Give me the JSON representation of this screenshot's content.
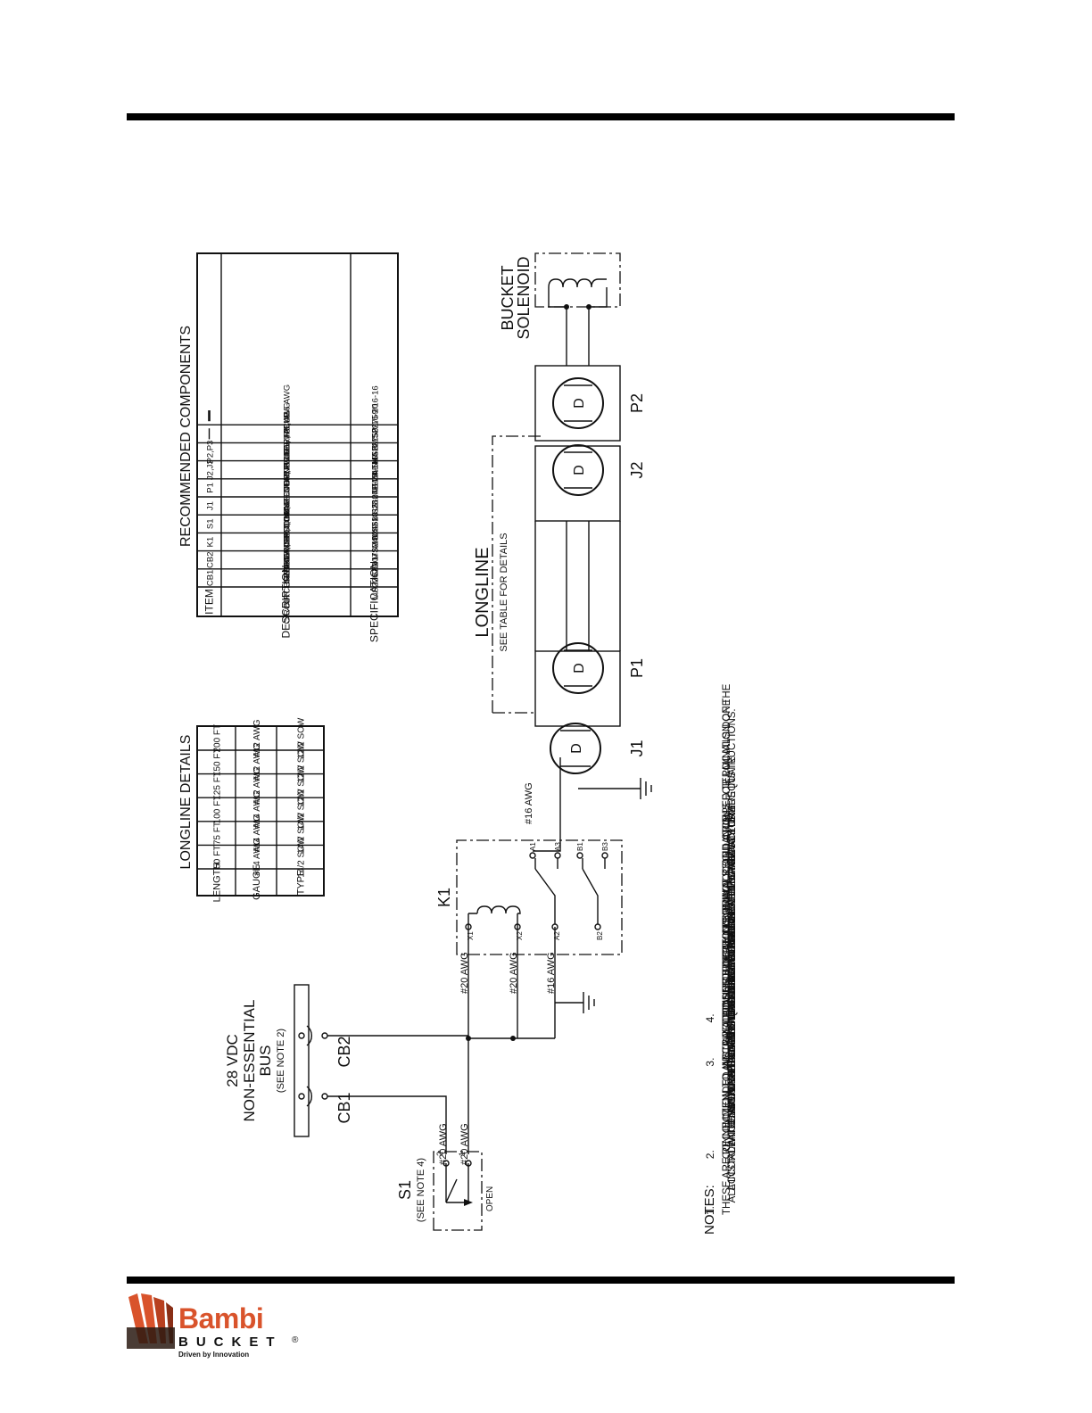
{
  "longline_details": {
    "title": "LONGLINE DETAILS",
    "headers": [
      "LENGTH",
      "GAUGE",
      "TYPE"
    ],
    "rows": [
      [
        "50 FT",
        "#14 AWG",
        "14/2 SOW"
      ],
      [
        "75 FT",
        "#14 AWG",
        "14/2 SOW"
      ],
      [
        "100 FT",
        "#14 AWG",
        "14/2 SOW"
      ],
      [
        "125 FT",
        "#12 AWG",
        "12/2 SOW"
      ],
      [
        "150 FT",
        "#12 AWG",
        "12/2 SOW"
      ],
      [
        "200 FT",
        "#12 AWG",
        "12/2 SOW"
      ]
    ]
  },
  "recommended_components": {
    "title": "RECOMMENDED COMPONENTS",
    "headers": [
      "ITEM",
      "DESCRIPTION",
      "SPECIFICATION"
    ],
    "rows": [
      [
        "CB1",
        "CIRCUIT BREAKER, 1A",
        "MS22073-1"
      ],
      [
        "CB2",
        "CIRCUIT BREAKER, 10A",
        "MS22073-10"
      ],
      [
        "K1",
        "RELAY, DPDT, 10A",
        "MS24149"
      ],
      [
        "S1",
        "SWITCH, SPST, MOMENTARY",
        "MS24523-28"
      ],
      [
        "J1",
        "CONNECTOR, RECEPTACLE",
        "MS3101E-24-11S"
      ],
      [
        "P1",
        "CONNECTOR, PLUG",
        "MS3107B-24-11P"
      ],
      [
        "J2,J3",
        "CONNECTOR, RECEPTACLE",
        "NEMA 5-15R"
      ],
      [
        "P2,P3",
        "CONNECTOR, PLUG",
        "NEMA 5-15P"
      ],
      [
        "",
        "WIRE, #20 AWG",
        "MS22759/16-20"
      ],
      [
        "",
        "WIRE, #16 AWG",
        "MS22759/16-16"
      ]
    ]
  },
  "schematic": {
    "bus_label": [
      "28 VDC",
      "NON-ESSENTIAL",
      "BUS"
    ],
    "bus_note": "(SEE NOTE 2)",
    "cb1": "CB1",
    "cb2": "CB2",
    "s1": "S1",
    "s1_note": "(SEE NOTE 4)",
    "open": "OPEN",
    "s1_pin1": "1",
    "s1_pin2": "2",
    "k1": "K1",
    "k1_pins": {
      "x1": "X1",
      "x2": "X2",
      "a1": "A1",
      "a2": "A2",
      "a3": "A3",
      "b1": "B1",
      "b2": "B2",
      "b3": "B3"
    },
    "wire_s1_a": "#20 AWG",
    "wire_s1_b": "#20 AWG",
    "wire_x1": "#20 AWG",
    "wire_x2": "#20 AWG",
    "wire_a2": "#16 AWG",
    "wire_a1": "#16 AWG",
    "j1": "J1",
    "p1": "P1",
    "j2": "J2",
    "p2": "P2",
    "conn_letter": "D",
    "longline": "LONGLINE",
    "longline_note": "SEE TABLE FOR DETAILS",
    "solenoid": [
      "BUCKET",
      "SOLENOID"
    ]
  },
  "notes": {
    "heading": "NOTES:",
    "items": [
      {
        "num": "1.",
        "lines": [
          "THESE ARE RECOMMENDED INSTALLATION INSTRUCTIONS ONLY.",
          "ALL INSTALLATIONS TO BE DONE BY QUALIFIED PERSONNEL IN",
          "ACCORDANCE WITH APPLICABLE LOCAL REGULATIONS."
        ]
      },
      {
        "num": "2.",
        "lines": [
          "CONNECTION TO AIRCRAFT POWER SUPPLY DONE IN ACCORDANCE",
          "WITH LOCAL REGULATIONS.  DO NOT CONNECT THE BAMBI SYSTEM",
          "TO ANY AIRCRAFT BUS BAR THAT IS USED FOR EMERGENCY OR",
          "ESSENTIAL LOADS.  AMMEND THE AIRCRAFT ELECTRICAL LOAD",
          "ANALYSIS TO ENSURE THAT THE GENERATOR CAPACITY IS ADEQUATE",
          "TO OPERATE THE SYSTEM."
        ]
      },
      {
        "num": "3.",
        "lines": [
          "ALL GROUNDS, SOLDERED TERMINALS, AND CRIMPED TERMINALS DONE",
          "IN ACCORDANCE WITH AIRCRAFT MANUFACTURERS INSTRUCTIONS."
        ]
      },
      {
        "num": "4.",
        "lines": [
          "CONSULT LOCAL CONTRACT REGULATIONS FOR LOCATION OF THE",
          "ACTUATION SWITCH."
        ]
      }
    ]
  },
  "logo": {
    "word": "Bambi",
    "sub": "BUCKET",
    "reg": "®",
    "tagline": "Driven by Innovation",
    "colors": {
      "primary": "#d9532b",
      "dark": "#111111"
    }
  }
}
